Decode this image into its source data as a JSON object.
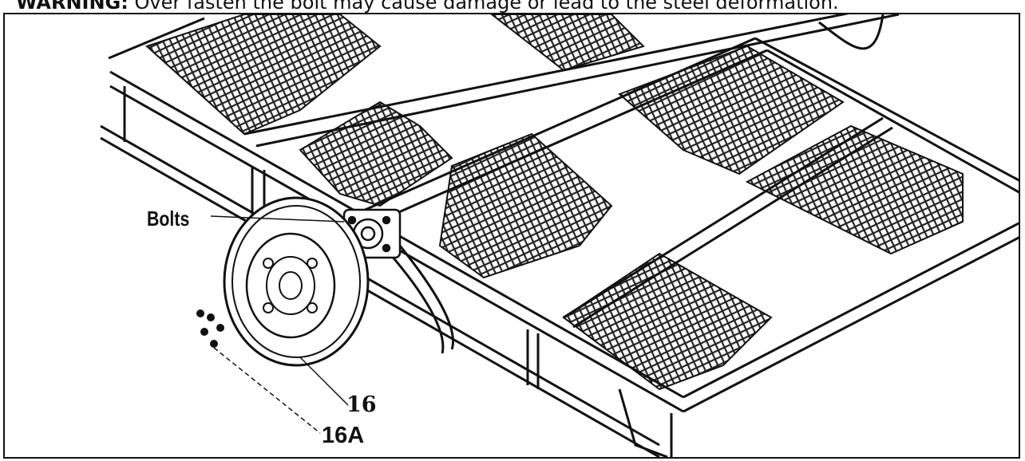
{
  "warning": {
    "keyword": "WARNING:",
    "text": " Over fasten the bolt may cause damage or lead to the steel deformation."
  },
  "figure": {
    "callouts": {
      "bolts": "Bolts",
      "part_16": "16",
      "part_16a": "16A"
    }
  },
  "colors": {
    "line": "#111111",
    "background": "#ffffff",
    "mesh": "#2a2a2a"
  }
}
